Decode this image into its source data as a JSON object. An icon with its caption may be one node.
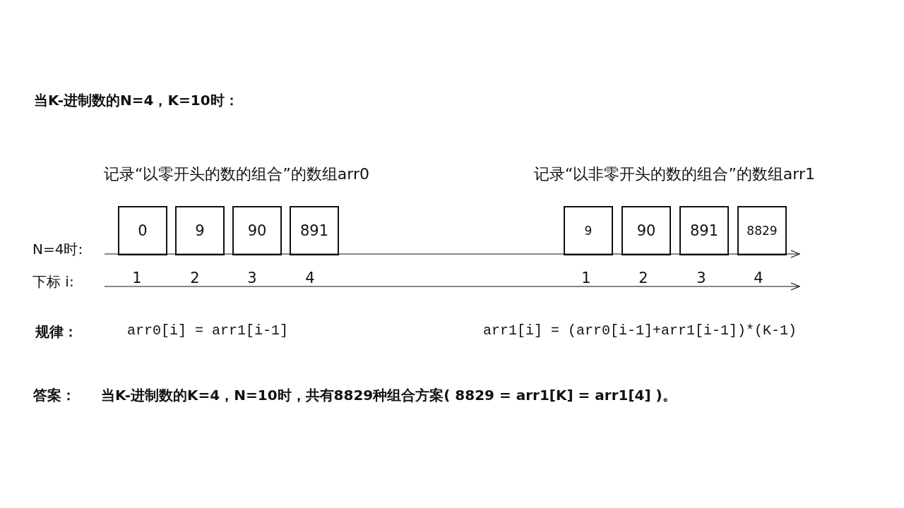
{
  "diagram": {
    "title": "当K-进制数的N=4，K=10时：",
    "nodes": [
      {
        "text": [
          "0"
        ]
      },
      {
        "text": [
          "9"
        ]
      },
      {
        "text": [
          "90"
        ]
      },
      {
        "text": [
          "891"
        ]
      },
      {
        "text": [
          "9"
        ]
      },
      {
        "text": [
          "90"
        ]
      },
      {
        "text": [
          "891"
        ]
      },
      {
        "text": [
          "8829"
        ]
      }
    ],
    "labels": [
      "记录“以零开头的数的组合”的数组arr0",
      "记录“以非零开头的数的组合”的数组arr1",
      "N=4时:",
      "下标 i:",
      "1",
      "2",
      "3",
      "4",
      "1",
      "2",
      "3",
      "4",
      "规律：",
      "arr0[i] = arr1[i-1]",
      "arr1[i] = (arr0[i-1]+arr1[i-1])*(K-1)",
      "答案：",
      "当K-进制数的K=4，N=10时，共有8829种组合方案( 8829 = arr1[K] = arr1[4] )。"
    ]
  }
}
